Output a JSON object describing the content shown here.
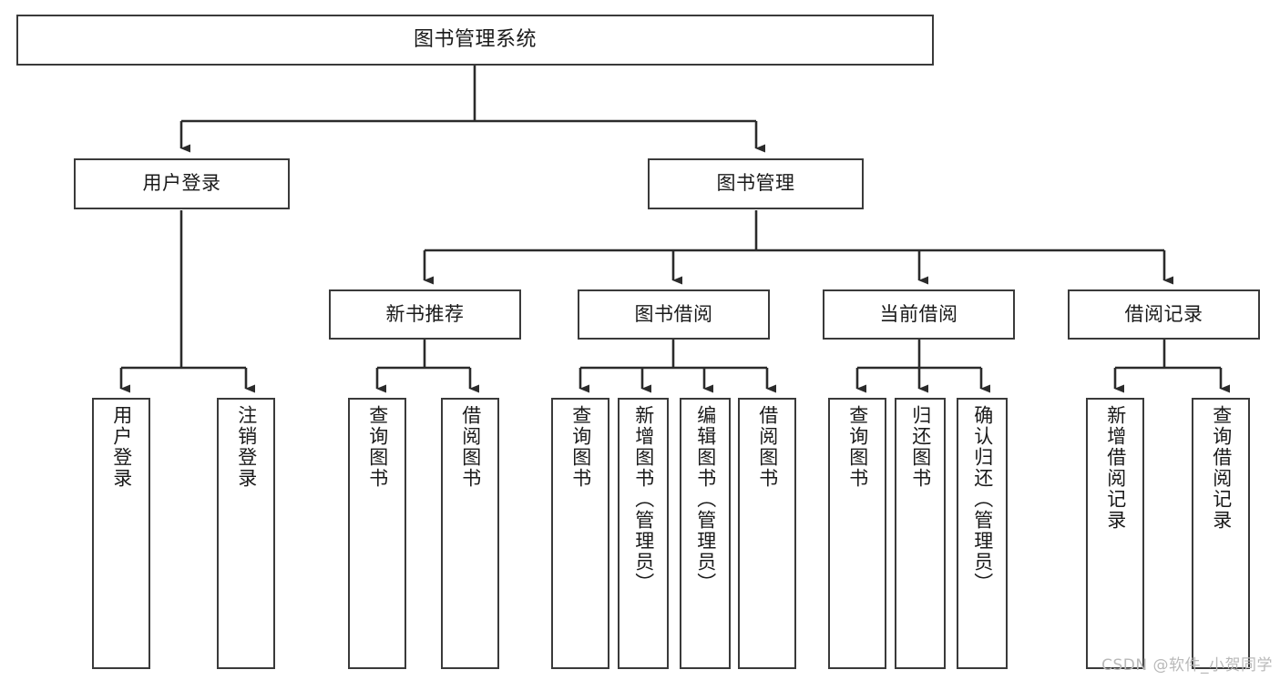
{
  "diagram": {
    "title": "图书管理系统",
    "watermark": "CSDN @软件_小贺同学",
    "colors": {
      "background": "#ffffff",
      "box_border": "#3a3a3a",
      "box_fill": "#ffffff",
      "edge": "#2b2b2b",
      "text": "#1a1a1a",
      "watermark": "#b9b9b9"
    },
    "levels": {
      "level1": [
        {
          "id": "root",
          "label": "图书管理系统",
          "orientation": "horizontal"
        }
      ],
      "level2": [
        {
          "id": "user-login",
          "label": "用户登录",
          "orientation": "horizontal"
        },
        {
          "id": "book-manage",
          "label": "图书管理",
          "orientation": "horizontal"
        }
      ],
      "level3": [
        {
          "id": "new-book-rec",
          "label": "新书推荐",
          "orientation": "horizontal"
        },
        {
          "id": "book-borrow",
          "label": "图书借阅",
          "orientation": "horizontal"
        },
        {
          "id": "current-borrow",
          "label": "当前借阅",
          "orientation": "horizontal"
        },
        {
          "id": "borrow-record",
          "label": "借阅记录",
          "orientation": "horizontal"
        }
      ],
      "leaves": [
        {
          "id": "leaf-user-login",
          "label": "用户登录",
          "parent": "user-login"
        },
        {
          "id": "leaf-logout",
          "label": "注销登录",
          "parent": "user-login"
        },
        {
          "id": "leaf-query-book-1",
          "label": "查询图书",
          "parent": "new-book-rec"
        },
        {
          "id": "leaf-borrow-book-1",
          "label": "借阅图书",
          "parent": "new-book-rec"
        },
        {
          "id": "leaf-query-book-2",
          "label": "查询图书",
          "parent": "book-borrow"
        },
        {
          "id": "leaf-add-book",
          "label": "新增图书（管理员）",
          "parent": "book-borrow"
        },
        {
          "id": "leaf-edit-book",
          "label": "编辑图书（管理员）",
          "parent": "book-borrow"
        },
        {
          "id": "leaf-borrow-book-2",
          "label": "借阅图书",
          "parent": "book-borrow"
        },
        {
          "id": "leaf-query-book-3",
          "label": "查询图书",
          "parent": "current-borrow"
        },
        {
          "id": "leaf-return-book",
          "label": "归还图书",
          "parent": "current-borrow"
        },
        {
          "id": "leaf-confirm-return",
          "label": "确认归还（管理员）",
          "parent": "current-borrow"
        },
        {
          "id": "leaf-add-record",
          "label": "新增借阅记录",
          "parent": "borrow-record"
        },
        {
          "id": "leaf-query-record",
          "label": "查询借阅记录",
          "parent": "borrow-record"
        }
      ]
    }
  }
}
